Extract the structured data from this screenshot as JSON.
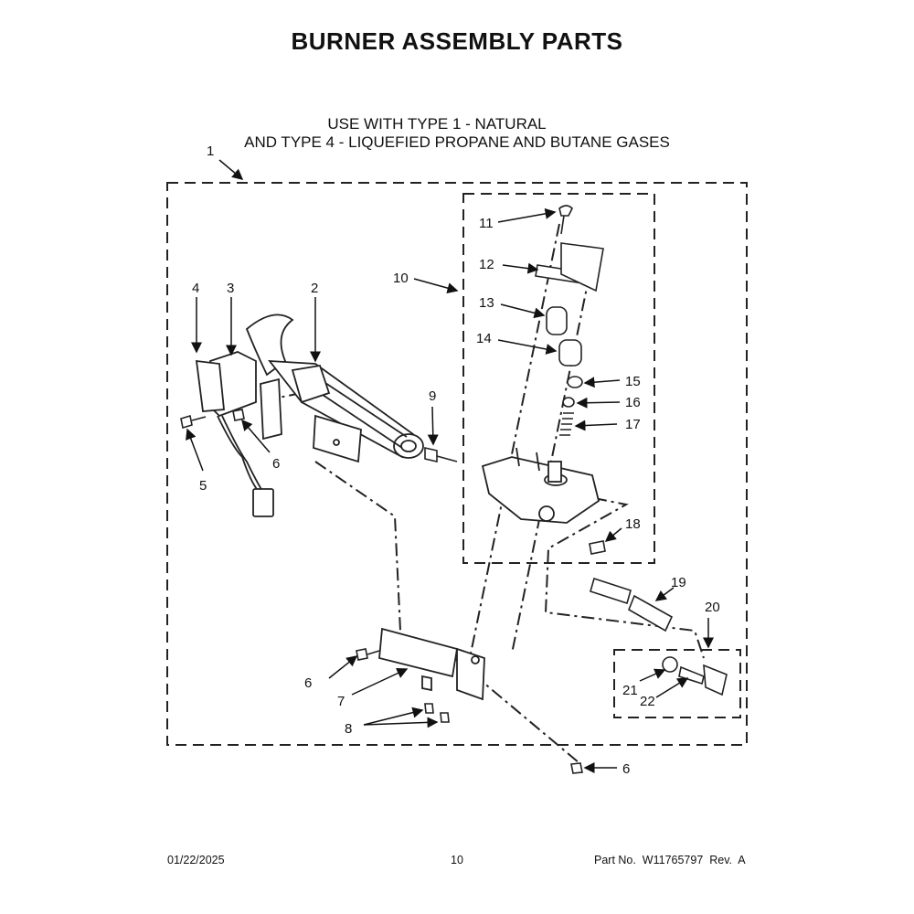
{
  "title": "BURNER ASSEMBLY PARTS",
  "subtitle_line1": "USE WITH TYPE 1 - NATURAL",
  "subtitle_line2": "AND TYPE 4 - LIQUEFIED PROPANE AND BUTANE GASES",
  "callouts": {
    "c1": "1",
    "c2": "2",
    "c3": "3",
    "c4": "4",
    "c5": "5",
    "c6a": "6",
    "c6b": "6",
    "c6c": "6",
    "c7": "7",
    "c8": "8",
    "c9": "9",
    "c10": "10",
    "c11": "11",
    "c12": "12",
    "c13": "13",
    "c14": "14",
    "c15": "15",
    "c16": "16",
    "c17": "17",
    "c18": "18",
    "c19": "19",
    "c20": "20",
    "c21": "21",
    "c22": "22"
  },
  "footer": {
    "date": "01/22/2025",
    "page": "10",
    "part_number": "Part No.  W11765797  Rev.  A"
  }
}
